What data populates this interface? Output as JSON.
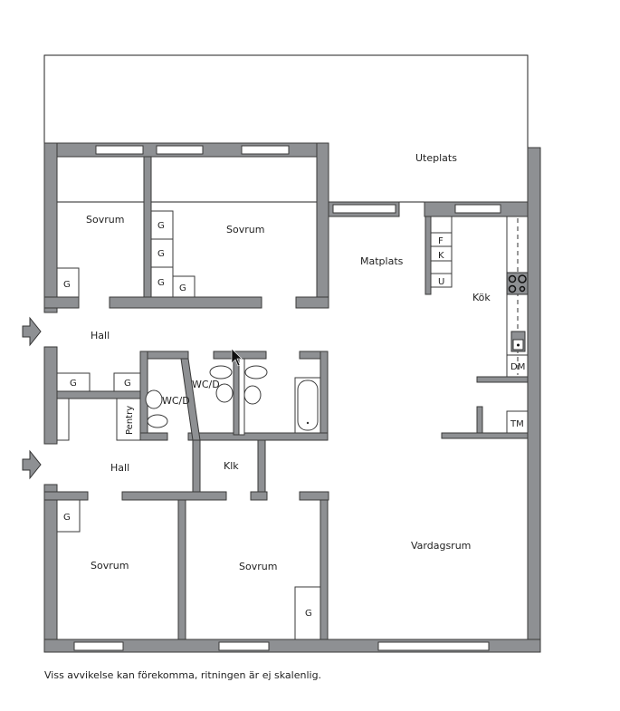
{
  "floorplan": {
    "rooms": {
      "uteplats": "Uteplats",
      "sovrum_1": "Sovrum",
      "sovrum_2": "Sovrum",
      "sovrum_3": "Sovrum",
      "sovrum_4": "Sovrum",
      "matplats": "Matplats",
      "kok": "Kök",
      "hall_1": "Hall",
      "hall_2": "Hall",
      "wc_1": "WC/D",
      "wc_2": "WC/D",
      "klk": "Klk",
      "pentry": "Pentry",
      "vardagsrum": "Vardagsrum"
    },
    "fixtures": {
      "g": "G",
      "f": "F",
      "k": "K",
      "u": "U",
      "dm": "DM",
      "tm": "TM"
    },
    "colors": {
      "wall": "#8e9093",
      "outline": "#3a3a3a"
    },
    "entrance_icons": [
      "arrow-right-icon",
      "arrow-right-icon"
    ]
  },
  "disclaimer": "Viss avvikelse kan förekomma, ritningen är ej skalenlig."
}
